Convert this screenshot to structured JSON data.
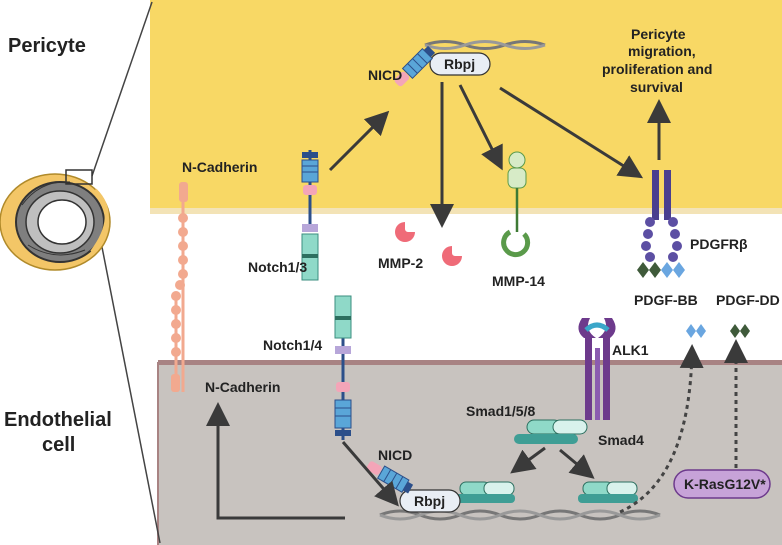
{
  "cells": {
    "pericyte": "Pericyte",
    "endothelial_line1": "Endothelial",
    "endothelial_line2": "cell"
  },
  "labels": {
    "n_cadherin_top": "N-Cadherin",
    "n_cadherin_bottom": "N-Cadherin",
    "nicd_top": "NICD",
    "nicd_bottom": "NICD",
    "rbpj_top": "Rbpj",
    "rbpj_bottom": "Rbpj",
    "notch13": "Notch1/3",
    "notch14": "Notch1/4",
    "mmp2": "MMP-2",
    "mmp14": "MMP-14",
    "pdgfrb": "PDGFRβ",
    "pdgf_bb": "PDGF-BB",
    "pdgf_dd": "PDGF-DD",
    "alk1": "ALK1",
    "smad158": "Smad1/5/8",
    "smad4": "Smad4",
    "kras": "K-RasG12V*",
    "outcome_line1": "Pericyte",
    "outcome_line2": "migration,",
    "outcome_line3": "proliferation and",
    "outcome_line4": "survival"
  },
  "colors": {
    "pericyte_bg": "#f8d865",
    "endothelial_bg": "#c8c3bf",
    "n_cadherin": "#f2a98f",
    "notch_blue": "#5aa6d8",
    "notch_teal": "#8fd9c8",
    "mmp2": "#ef6b78",
    "mmp14_green": "#5a9a4a",
    "pdgfr_purple": "#4a3f8f",
    "pdgf_bb": "#6aa6e0",
    "pdgf_dd": "#3f5a3a",
    "alk1_purple": "#6d3a8c",
    "smad_teal": "#3f9e95",
    "kras_fill": "#c7a3d8"
  }
}
